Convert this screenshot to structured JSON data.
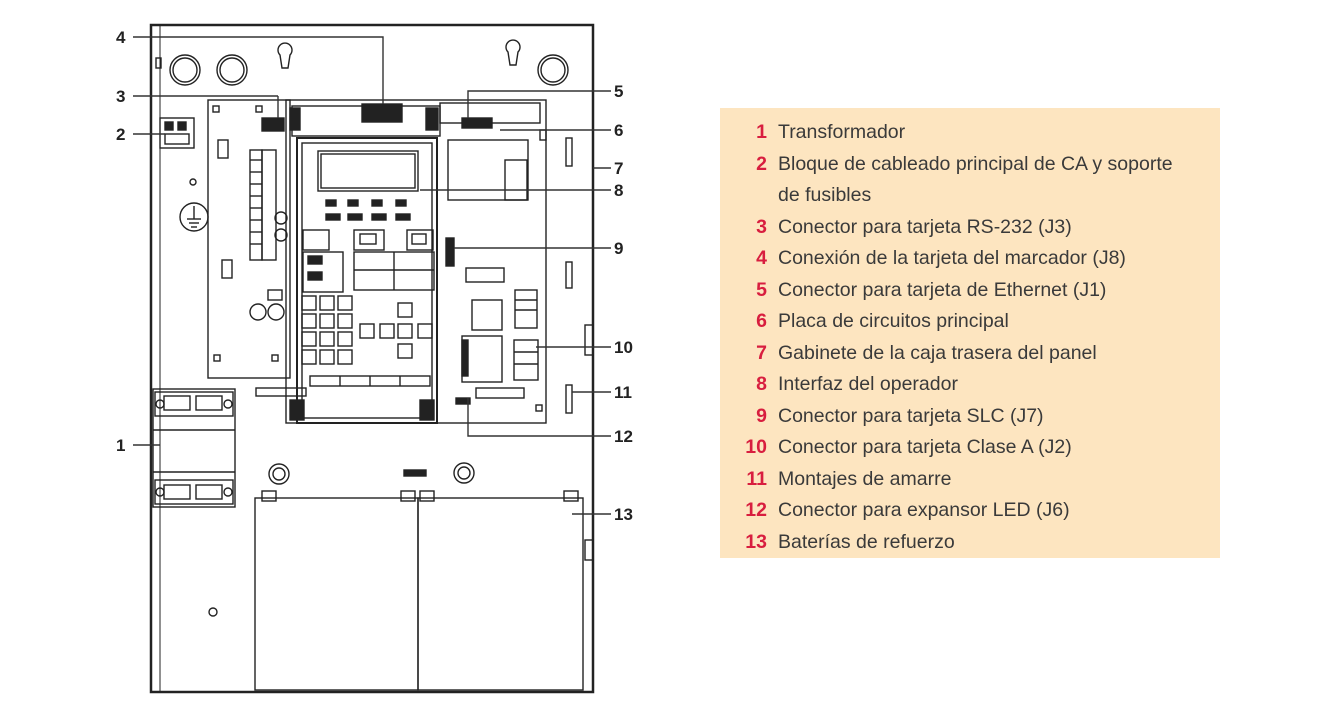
{
  "colors": {
    "number": "#d81e3f",
    "legend_bg": "#fde5c0",
    "legend_text": "#3a3a3a",
    "line": "#222222"
  },
  "callouts": [
    "1",
    "2",
    "3",
    "4",
    "5",
    "6",
    "7",
    "8",
    "9",
    "10",
    "11",
    "12",
    "13"
  ],
  "legend": [
    {
      "num": "1",
      "label": "Transformador"
    },
    {
      "num": "2",
      "label": "Bloque de cableado principal de CA y soporte de fusibles"
    },
    {
      "num": "3",
      "label": "Conector para tarjeta RS-232 (J3)"
    },
    {
      "num": "4",
      "label": "Conexión de la tarjeta del marcador (J8)"
    },
    {
      "num": "5",
      "label": "Conector para tarjeta de Ethernet (J1)"
    },
    {
      "num": "6",
      "label": "Placa de circuitos principal"
    },
    {
      "num": "7",
      "label": "Gabinete de la caja trasera del panel"
    },
    {
      "num": "8",
      "label": "Interfaz del operador"
    },
    {
      "num": "9",
      "label": "Conector para tarjeta SLC (J7)"
    },
    {
      "num": "10",
      "label": "Conector para tarjeta Clase A (J2)"
    },
    {
      "num": "11",
      "label": "Montajes de amarre"
    },
    {
      "num": "12",
      "label": "Conector para expansor LED (J6)"
    },
    {
      "num": "13",
      "label": "Baterías de refuerzo"
    }
  ]
}
